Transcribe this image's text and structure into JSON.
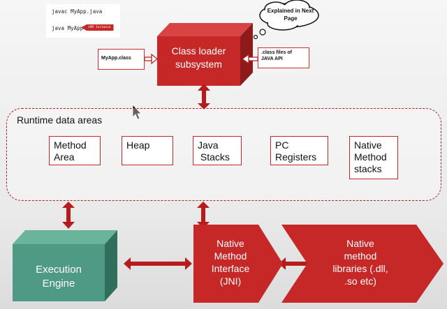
{
  "commands": {
    "line1": "javac MyApp.java",
    "line2": "java MyApp",
    "tag": "JVM Instance"
  },
  "cloud": {
    "text": "Explained in Next Page"
  },
  "myapp_box": {
    "text": "MyApp.class"
  },
  "class_files_box": {
    "line1": ".class files of",
    "line2": "JAVA API"
  },
  "class_loader": {
    "line1": "Class loader",
    "line2": "subsystem"
  },
  "runtime": {
    "label": "Runtime data areas",
    "areas": [
      {
        "line1": "Method",
        "line2": "Area"
      },
      {
        "line1": "Heap"
      },
      {
        "line1": "Java",
        "line2": " Stacks"
      },
      {
        "line1": "PC",
        "line2": "Registers"
      },
      {
        "line1": "Native",
        "line2": "Method",
        "line3": "stacks"
      }
    ]
  },
  "execution_engine": {
    "line1": "Execution",
    "line2": "Engine"
  },
  "native_interface": {
    "line1": "Native",
    "line2": "Method",
    "line3": "Interface",
    "line4": "(JNI)"
  },
  "native_libraries": {
    "line1": "Native",
    "line2": "method",
    "line3": "libraries (.dll,",
    "line4": ".so etc)"
  },
  "colors": {
    "accent_red": "#c62828",
    "teal": "#4e9a84",
    "box_blue": "#2e7d32"
  }
}
